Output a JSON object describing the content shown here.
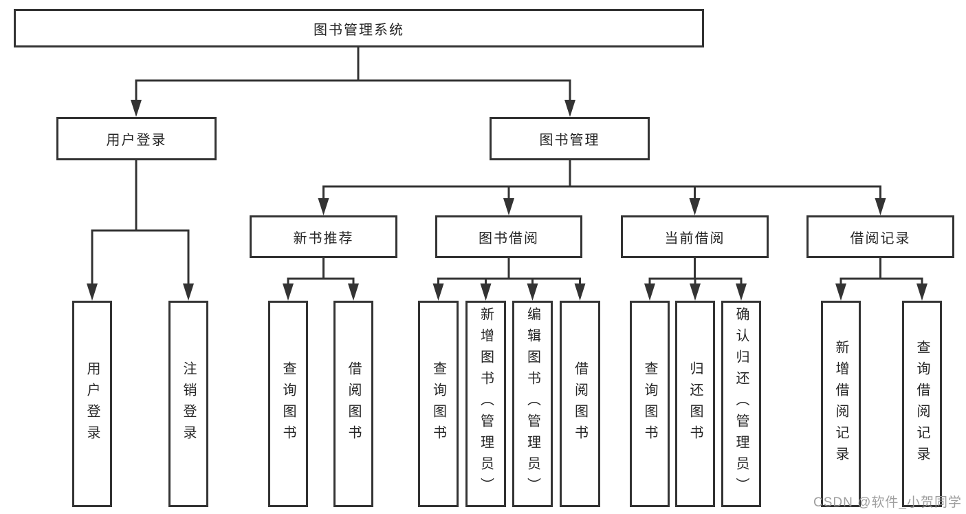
{
  "colors": {
    "line": "#333333",
    "text": "#262626",
    "box_background": "#ffffff",
    "watermark": "#969696"
  },
  "tree": {
    "root": {
      "label": "图书管理系统"
    },
    "branches": [
      {
        "label": "用户登录",
        "children": [
          {
            "label": "用户登录"
          },
          {
            "label": "注销登录"
          }
        ]
      },
      {
        "label": "图书管理",
        "children": [
          {
            "label": "新书推荐",
            "children": [
              {
                "label": "查询图书"
              },
              {
                "label": "借阅图书"
              }
            ]
          },
          {
            "label": "图书借阅",
            "children": [
              {
                "label": "查询图书"
              },
              {
                "label": "新增图书（管理员）"
              },
              {
                "label": "编辑图书（管理员）"
              },
              {
                "label": "借阅图书"
              }
            ]
          },
          {
            "label": "当前借阅",
            "children": [
              {
                "label": "查询图书"
              },
              {
                "label": "归还图书"
              },
              {
                "label": "确认归还（管理员）"
              }
            ]
          },
          {
            "label": "借阅记录",
            "children": [
              {
                "label": "新增借阅记录"
              },
              {
                "label": "查询借阅记录"
              }
            ]
          }
        ]
      }
    ]
  },
  "watermark": {
    "text": "CSDN @软件_小贺同学"
  }
}
